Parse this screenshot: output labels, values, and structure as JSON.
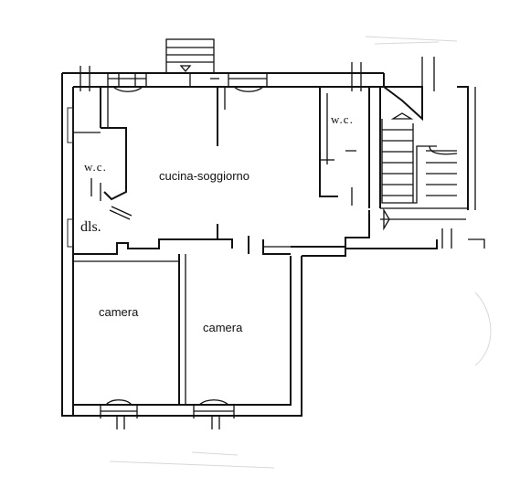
{
  "rooms": {
    "kitchen_living": "cucina-soggiorno",
    "wc_left": "w.c.",
    "wc_right": "w.c.",
    "bedroom_left": "camera",
    "bedroom_right": "camera",
    "storage": "dls."
  }
}
